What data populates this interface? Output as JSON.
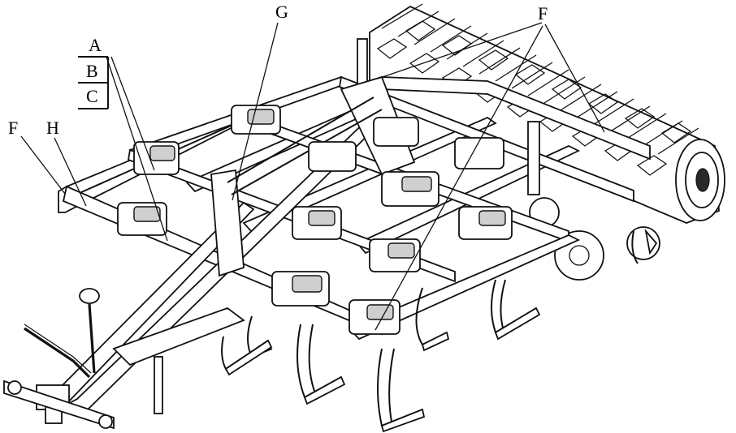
{
  "labels": {
    "A": "A",
    "B": "B",
    "C": "C",
    "F_left": "F",
    "F_top": "F",
    "G": "G",
    "H": "H"
  }
}
